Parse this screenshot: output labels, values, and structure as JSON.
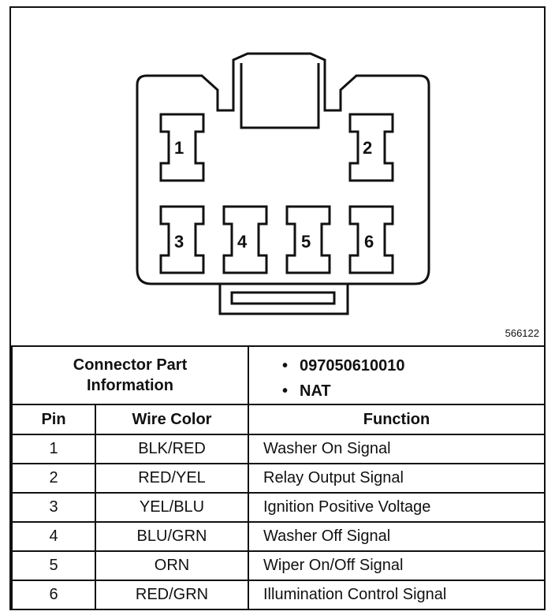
{
  "figure_id": "566122",
  "connector": {
    "pins": [
      "1",
      "2",
      "3",
      "4",
      "5",
      "6"
    ]
  },
  "part_info": {
    "label_line1": "Connector Part",
    "label_line2": "Information",
    "items": [
      "097050610010",
      "NAT"
    ]
  },
  "table": {
    "headers": {
      "pin": "Pin",
      "wire_color": "Wire Color",
      "function": "Function"
    },
    "rows": [
      {
        "pin": "1",
        "wire_color": "BLK/RED",
        "function": "Washer On Signal"
      },
      {
        "pin": "2",
        "wire_color": "RED/YEL",
        "function": "Relay Output Signal"
      },
      {
        "pin": "3",
        "wire_color": "YEL/BLU",
        "function": "Ignition Positive Voltage"
      },
      {
        "pin": "4",
        "wire_color": "BLU/GRN",
        "function": "Washer Off Signal"
      },
      {
        "pin": "5",
        "wire_color": "ORN",
        "function": "Wiper On/Off Signal"
      },
      {
        "pin": "6",
        "wire_color": "RED/GRN",
        "function": "Illumination Control Signal"
      }
    ]
  }
}
